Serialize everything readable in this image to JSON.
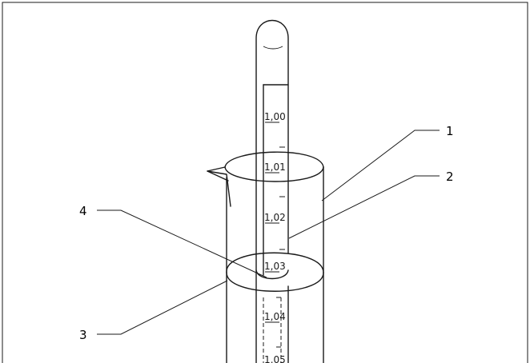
{
  "scale_labels": [
    "1,00",
    "1,01",
    "1,02",
    "1,03",
    "1,04",
    "1,05"
  ],
  "callouts": [
    "1",
    "2",
    "3",
    "4"
  ]
}
